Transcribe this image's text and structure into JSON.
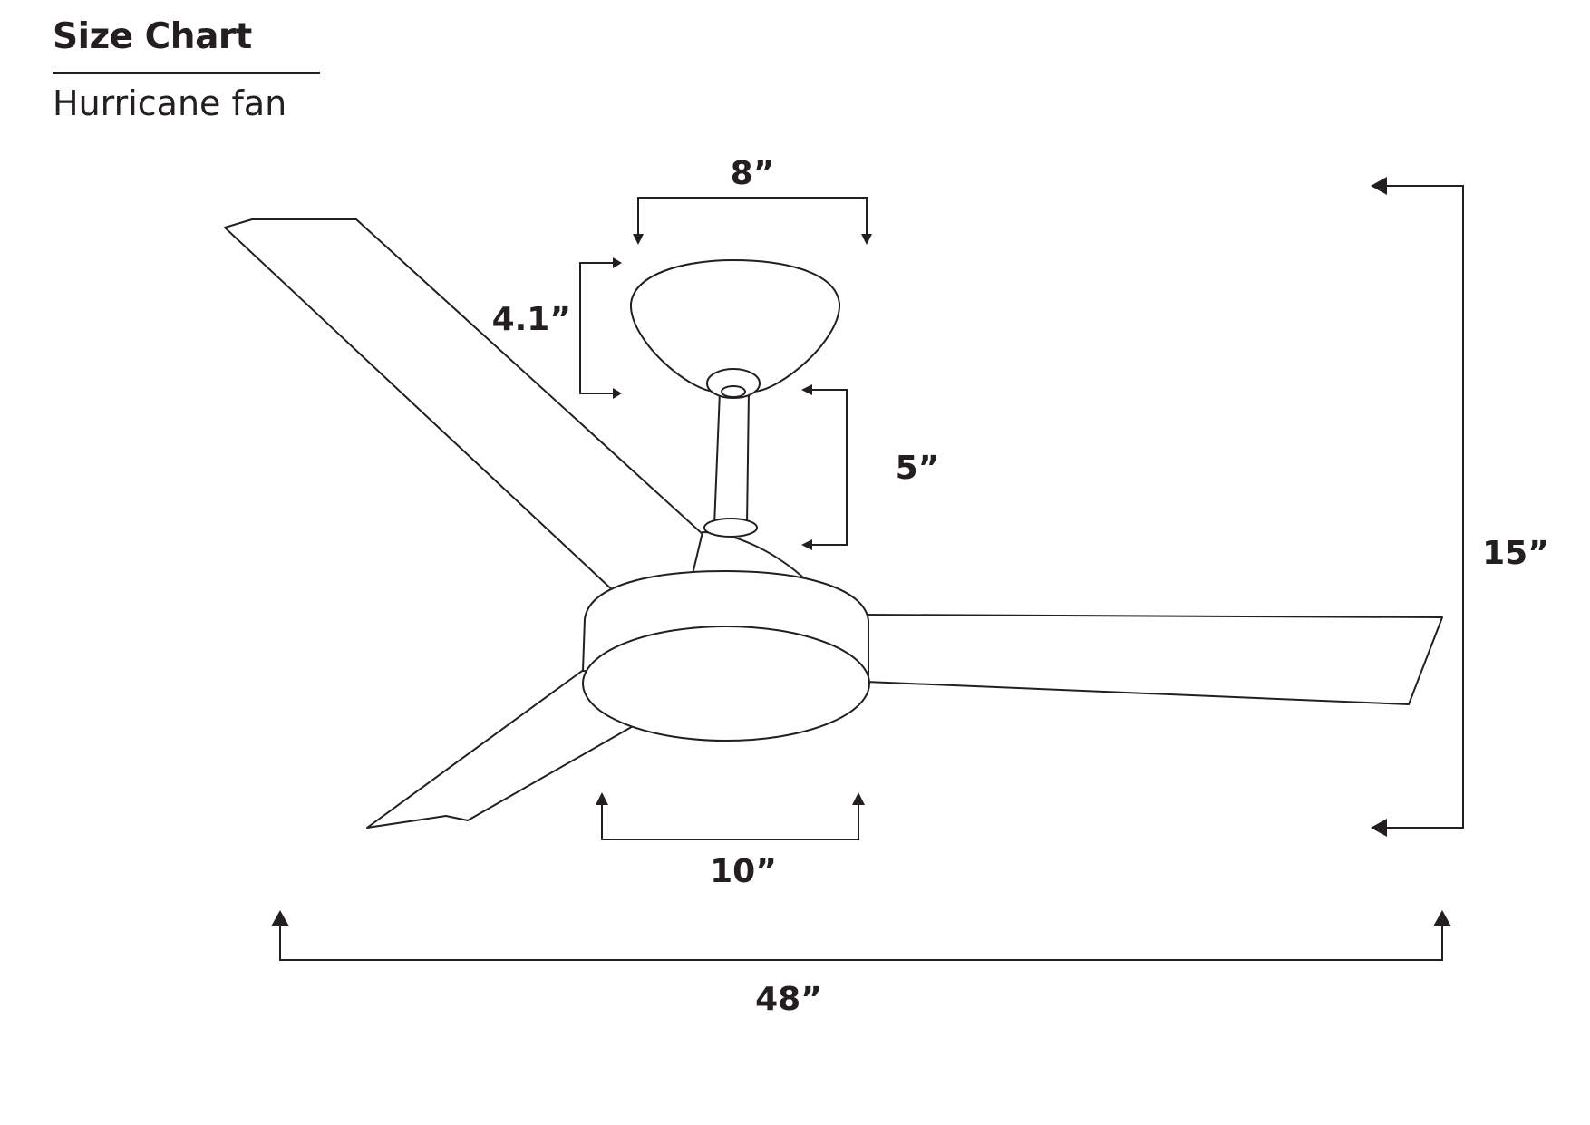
{
  "header": {
    "title": "Size Chart",
    "subtitle": "Hurricane fan"
  },
  "dimensions": {
    "canopy_width": "8”",
    "canopy_height": "4.1”",
    "downrod_length": "5”",
    "total_height": "15”",
    "light_kit_diameter": "10”",
    "blade_span": "48”"
  },
  "colors": {
    "line": "#231f20",
    "background": "#ffffff"
  }
}
